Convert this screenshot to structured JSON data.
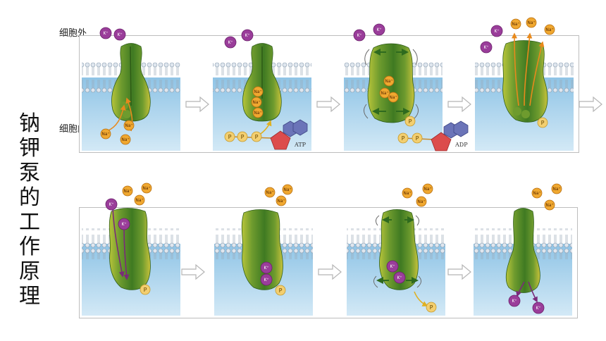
{
  "title_vertical": [
    "钠",
    "钾",
    "泵",
    "的",
    "工",
    "作",
    "原",
    "理"
  ],
  "labels": {
    "outside": "细胞外",
    "inside": "细胞内"
  },
  "ions": {
    "sodium": "Na⁺",
    "potassium": "K⁺",
    "phosphate": "P"
  },
  "molecules": {
    "atp": "ATP",
    "adp": "ADP"
  },
  "colors": {
    "membrane_blue": "#a9d3ec",
    "pump_green": "#4a8a2a",
    "pump_yellow": "#d8c640",
    "sodium": "#f0a830",
    "potassium": "#9a3d9a",
    "phosphate": "#f3cf70",
    "ribose": "#dc4c4c",
    "base": "#6b74b8",
    "arrow_gray": "#c9c9c9"
  }
}
